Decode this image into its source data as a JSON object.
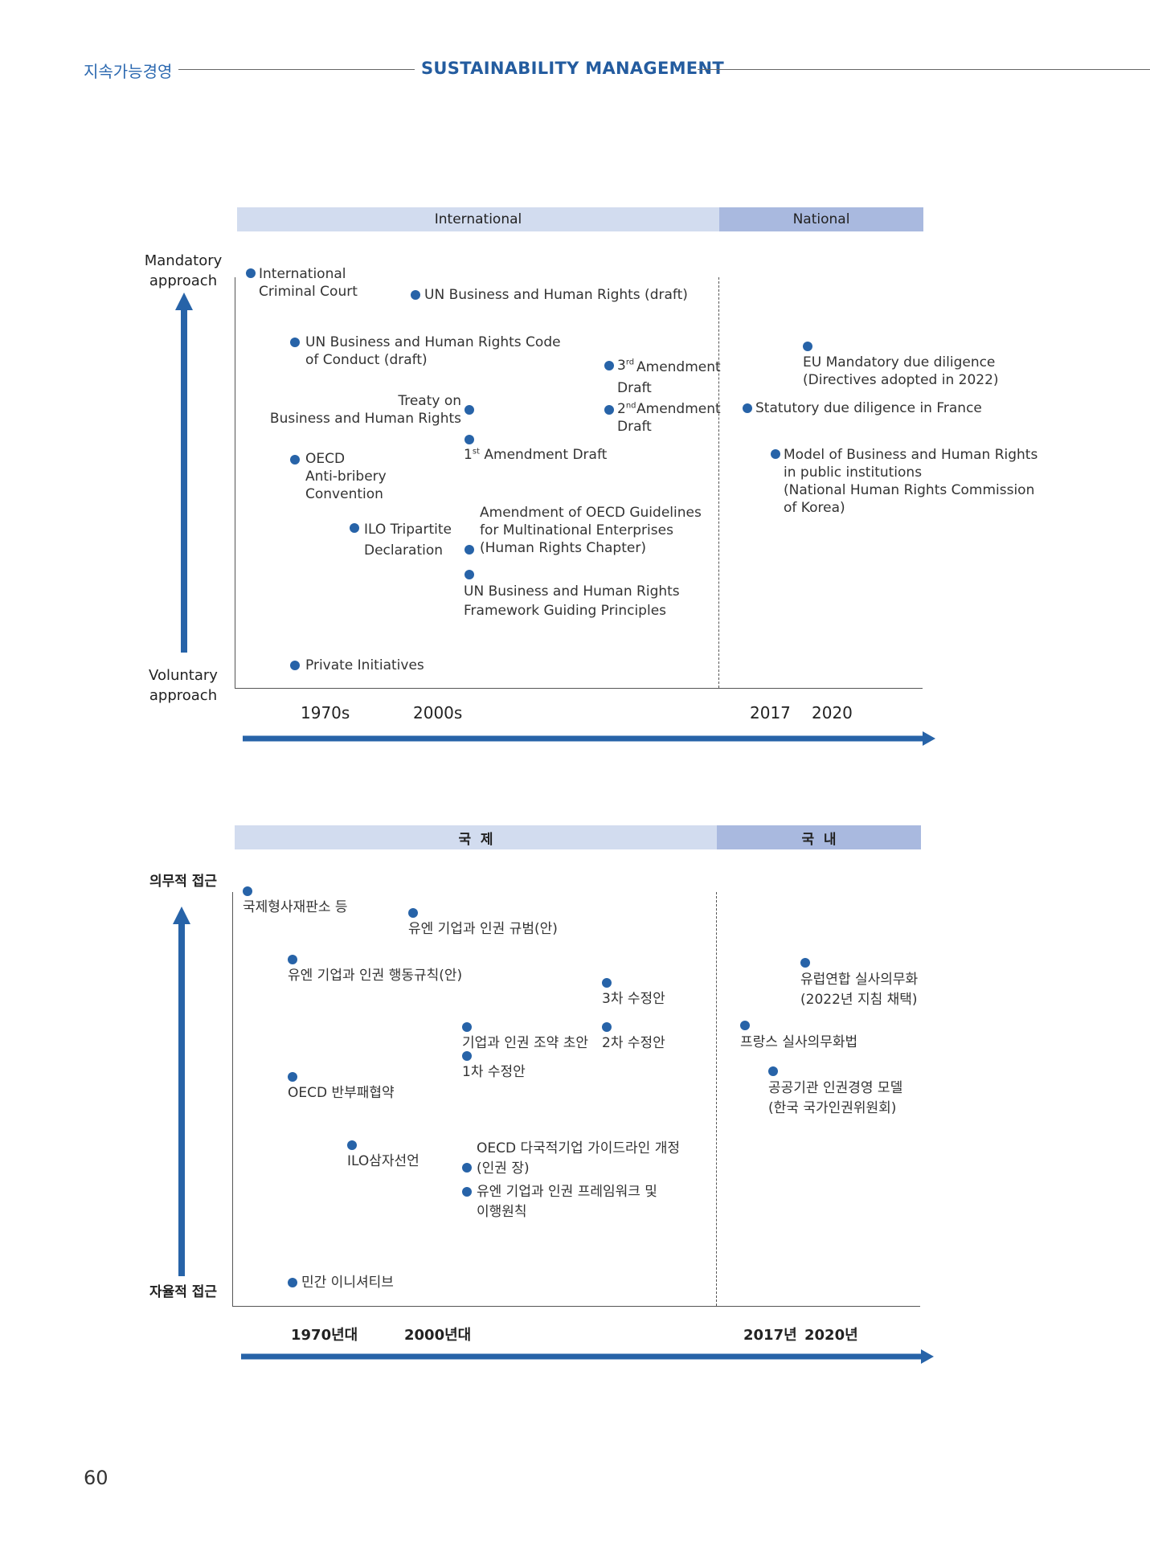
{
  "header": {
    "section_kr": "지속가능경영",
    "title": "SUSTAINABILITY MANAGEMENT"
  },
  "colors": {
    "accent": "#2763a8",
    "band_international": "#d2dcef",
    "band_national": "#a9b9df"
  },
  "diagram_en": {
    "band_international": "International",
    "band_national": "National",
    "y_top": "Mandatory\napproach",
    "y_bottom": "Voluntary\napproach",
    "x_ticks": [
      "1970s",
      "2000s",
      "2017",
      "2020"
    ],
    "items": [
      {
        "id": "icc",
        "label": "International\nCriminal Court"
      },
      {
        "id": "un-bhr-draft",
        "label": "UN Business and Human Rights (draft)"
      },
      {
        "id": "un-code",
        "label": "UN Business and Human Rights Code\nof Conduct (draft)"
      },
      {
        "id": "third-amend-num",
        "label": "3"
      },
      {
        "id": "third-amend-sup",
        "label": "rd"
      },
      {
        "id": "third-amend-text",
        "label": "Amendment\nDraft"
      },
      {
        "id": "eu-mandatory",
        "label": "EU Mandatory due diligence\n(Directives adopted in 2022)"
      },
      {
        "id": "treaty",
        "label": "Treaty on\nBusiness and Human Rights"
      },
      {
        "id": "second-amend-num",
        "label": "2"
      },
      {
        "id": "second-amend-sup",
        "label": "nd"
      },
      {
        "id": "second-amend-text",
        "label": "Amendment\nDraft"
      },
      {
        "id": "france",
        "label": "Statutory due diligence in France"
      },
      {
        "id": "first-amend-num",
        "label": "1"
      },
      {
        "id": "first-amend-sup",
        "label": "st"
      },
      {
        "id": "first-amend-text",
        "label": "Amendment Draft"
      },
      {
        "id": "oecd-antibribery",
        "label": "OECD\nAnti-bribery\nConvention"
      },
      {
        "id": "korea-model",
        "label": "Model of Business and Human Rights\nin public institutions\n(National Human Rights Commission\nof Korea)"
      },
      {
        "id": "oecd-guidelines",
        "label": "Amendment of OECD Guidelines\nfor Multinational Enterprises\n(Human Rights Chapter)"
      },
      {
        "id": "ilo",
        "label": "ILO Tripartite\nDeclaration"
      },
      {
        "id": "ungp",
        "label": "UN Business and Human Rights\nFramework Guiding Principles"
      },
      {
        "id": "private",
        "label": "Private Initiatives"
      }
    ]
  },
  "diagram_kr": {
    "band_international": "국  제",
    "band_national": "국  내",
    "y_top": "의무적 접근",
    "y_bottom": "자율적 접근",
    "x_ticks": [
      "1970년대",
      "2000년대",
      "2017년",
      "2020년"
    ],
    "items": [
      {
        "id": "icc",
        "label": "국제형사재판소 등"
      },
      {
        "id": "un-bhr-draft",
        "label": "유엔 기업과 인권 규범(안)"
      },
      {
        "id": "un-code",
        "label": "유엔 기업과 인권 행동규칙(안)"
      },
      {
        "id": "third-amend",
        "label": "3차 수정안"
      },
      {
        "id": "eu-mandatory",
        "label": "유럽연합 실사의무화\n(2022년 지침 채택)"
      },
      {
        "id": "treaty",
        "label": "기업과 인권 조약 초안"
      },
      {
        "id": "second-amend",
        "label": "2차 수정안"
      },
      {
        "id": "france",
        "label": "프랑스 실사의무화법"
      },
      {
        "id": "first-amend",
        "label": "1차 수정안"
      },
      {
        "id": "oecd-antibribery",
        "label": "OECD 반부패협약"
      },
      {
        "id": "korea-model",
        "label": "공공기관 인권경영 모델\n(한국 국가인권위원회)"
      },
      {
        "id": "ilo",
        "label": "ILO삼자선언"
      },
      {
        "id": "oecd-guidelines",
        "label": "OECD 다국적기업 가이드라인 개정\n(인권 장)"
      },
      {
        "id": "ungp",
        "label": "유엔 기업과 인권 프레임워크 및\n이행원칙"
      },
      {
        "id": "private",
        "label": "민간 이니셔티브"
      }
    ]
  },
  "page_number": "60"
}
